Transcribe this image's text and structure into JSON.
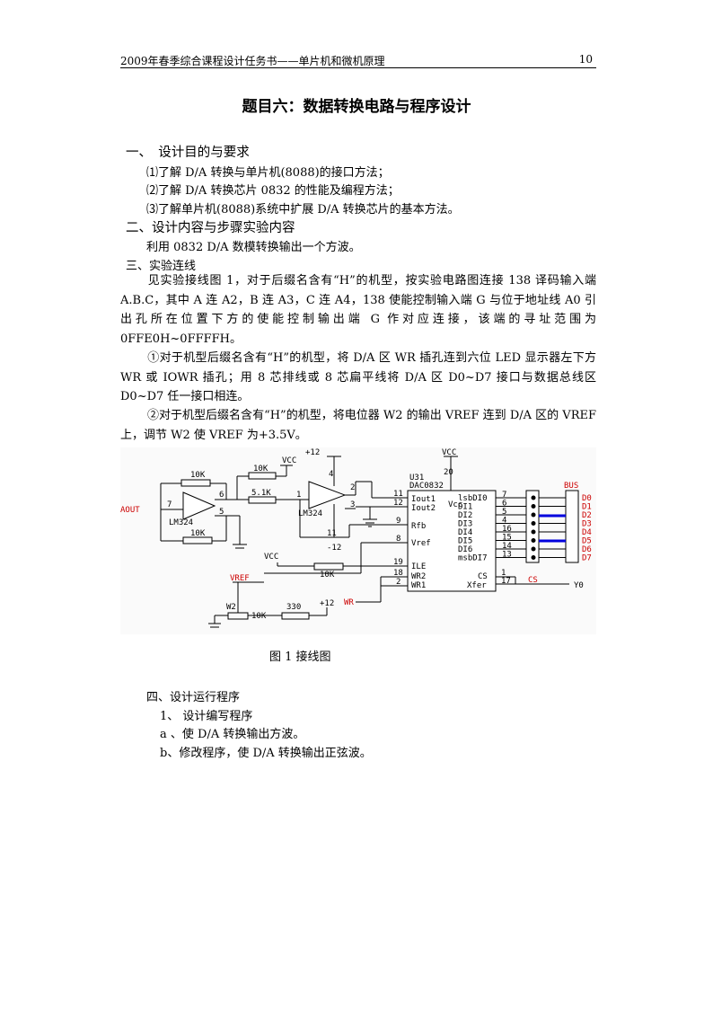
{
  "header": {
    "left": "2009年春季综合课程设计任务书——单片机和微机原理",
    "page_number": "10"
  },
  "title": "题目六：数据转换电路与程序设计",
  "section1": {
    "heading": "一、　设计目的与要求",
    "items": [
      "⑴了解 D/A 转换与单片机(8088)的接口方法；",
      "⑵了解 D/A 转换芯片 0832 的性能及编程方法；",
      "⑶了解单片机(8088)系统中扩展 D/A 转换芯片的基本方法。"
    ]
  },
  "section2": {
    "heading": "二、设计内容与步骤实验内容",
    "body": "利用 0832 D/A 数模转换输出一个方波。"
  },
  "section3": {
    "heading": "三、实验连线",
    "p1": "见实验接线图 1，对于后缀名含有“H”的机型，按实验电路图连接 138 译码输入端 A.B.C，其中 A 连 A2，B 连 A3，C 连 A4，138 使能控制输入端 G 与位于地址线 A0 引出孔所在位置下方的使能控制输出端 G 作对应连接，该端的寻址范围为 0FFE0H~0FFFFH。",
    "p2": "①对于机型后缀名含有“H”的机型，将 D/A 区 WR 插孔连到六位 LED 显示器左下方 WR 或 IOWR 插孔；用 8 芯排线或 8 芯扁平线将 D/A 区 D0~D7 接口与数据总线区 D0~D7 任一接口相连。",
    "p3": "②对于机型后缀名含有“H”的机型，将电位器 W2 的输出 VREF 连到 D/A 区的 VREF 上，调节 W2 使 VREF 为+3.5V。"
  },
  "diagram": {
    "labels": {
      "vcc_top": "VCC",
      "vcc_u31": "VCC",
      "vcc_left": "VCC",
      "plus12_top": "+12",
      "minus12": "-12",
      "plus12_bottom": "+12",
      "r10k_a": "10K",
      "r10k_b": "10K",
      "r10k_c": "10K",
      "r10k_d": "10K",
      "r51k": "5.1K",
      "r330": "330",
      "lm324_a": "LM324",
      "lm324_b": "LM324",
      "aout": "AOUT",
      "vref": "VREF",
      "wr": "WR",
      "cs": "CS",
      "y0": "Y0",
      "w2": "W2",
      "w2_val": "10K",
      "u31": "U31",
      "dac": "DAC0832",
      "bus": "BUS",
      "vcc_pin": "Vcc",
      "pin20": "20",
      "pin4": "4",
      "pin11b": "11",
      "iout1": "Iout1",
      "iout2": "Iout2",
      "rfb": "Rfb",
      "vref_pin": "Vref",
      "ile": "ILE",
      "wr2": "WR2",
      "wr1": "WR1",
      "cs_pin": "CS",
      "xfer": "Xfer",
      "p11": "11",
      "p12": "12",
      "p9": "9",
      "p8": "8",
      "p19": "19",
      "p18": "18",
      "p2b": "2",
      "p1": "1",
      "p17": "17",
      "op_p2": "2",
      "op_p3": "3",
      "op_p1": "1",
      "op_p6": "6",
      "op_p5": "5",
      "op_p7": "7"
    },
    "data_pins": [
      {
        "name": "lsbDI0",
        "pin": "7"
      },
      {
        "name": "DI1",
        "pin": "6"
      },
      {
        "name": "DI2",
        "pin": "5"
      },
      {
        "name": "DI3",
        "pin": "4"
      },
      {
        "name": "DI4",
        "pin": "16"
      },
      {
        "name": "DI5",
        "pin": "15"
      },
      {
        "name": "DI6",
        "pin": "14"
      },
      {
        "name": "msbDI7",
        "pin": "13"
      }
    ],
    "bus_lines": [
      "D0",
      "D1",
      "D2",
      "D3",
      "D4",
      "D5",
      "D6",
      "D7"
    ]
  },
  "caption": "图 1  接线图",
  "section4": {
    "heading": "四、设计运行程序",
    "sub1": "1、 设计编写程序",
    "a": "a 、使 D/A 转换输出方波。",
    "b": "b、修改程序，使 D/A 转换输出正弦波。"
  }
}
